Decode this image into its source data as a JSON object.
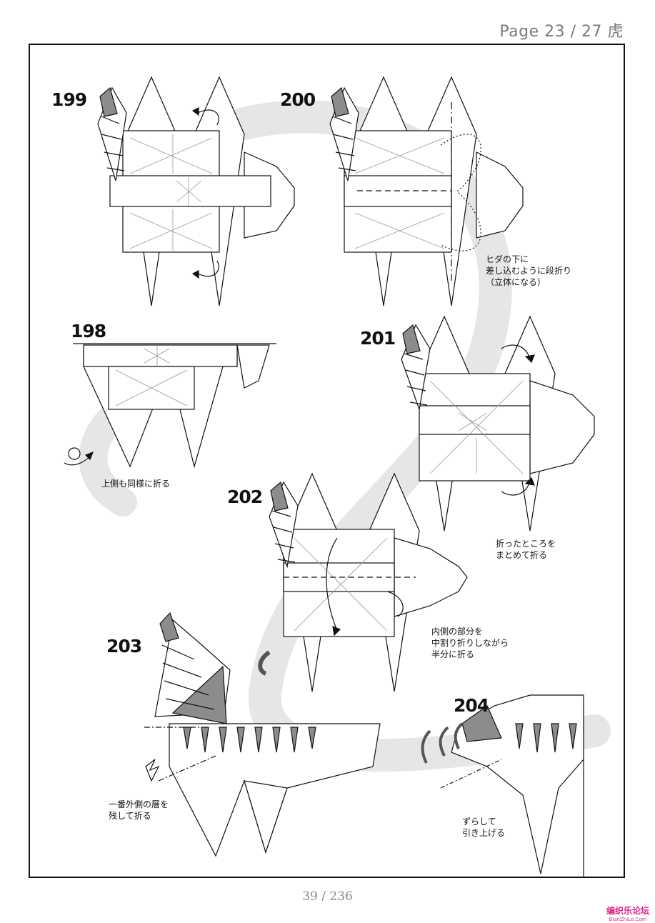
{
  "header": {
    "page_label": "Page 23 / 27 虎"
  },
  "steps": {
    "s198": "198",
    "s199": "199",
    "s200": "200",
    "s201": "201",
    "s202": "202",
    "s203": "203",
    "s204": "204"
  },
  "notes": {
    "n198": [
      "上側も同様に折る"
    ],
    "n200": [
      "ヒダの下に",
      "差し込むように段折り",
      "（立体になる）"
    ],
    "n201": [
      "折ったところを",
      "まとめて折る"
    ],
    "n202": [
      "内側の部分を",
      "中割り折りしながら",
      "半分に折る"
    ],
    "n203": [
      "一番外側の層を",
      "残して折る"
    ],
    "n204": [
      "ずらして",
      "引き上げる"
    ]
  },
  "footer": {
    "page_counter": "39 / 236"
  },
  "watermark": {
    "main": "编织乐论坛",
    "sub": "BianZhiLe.Com"
  },
  "colors": {
    "line": "#111111",
    "shade": "#8c8c8c",
    "swoosh": "#e6e6e6",
    "accent": "#e0208a"
  }
}
